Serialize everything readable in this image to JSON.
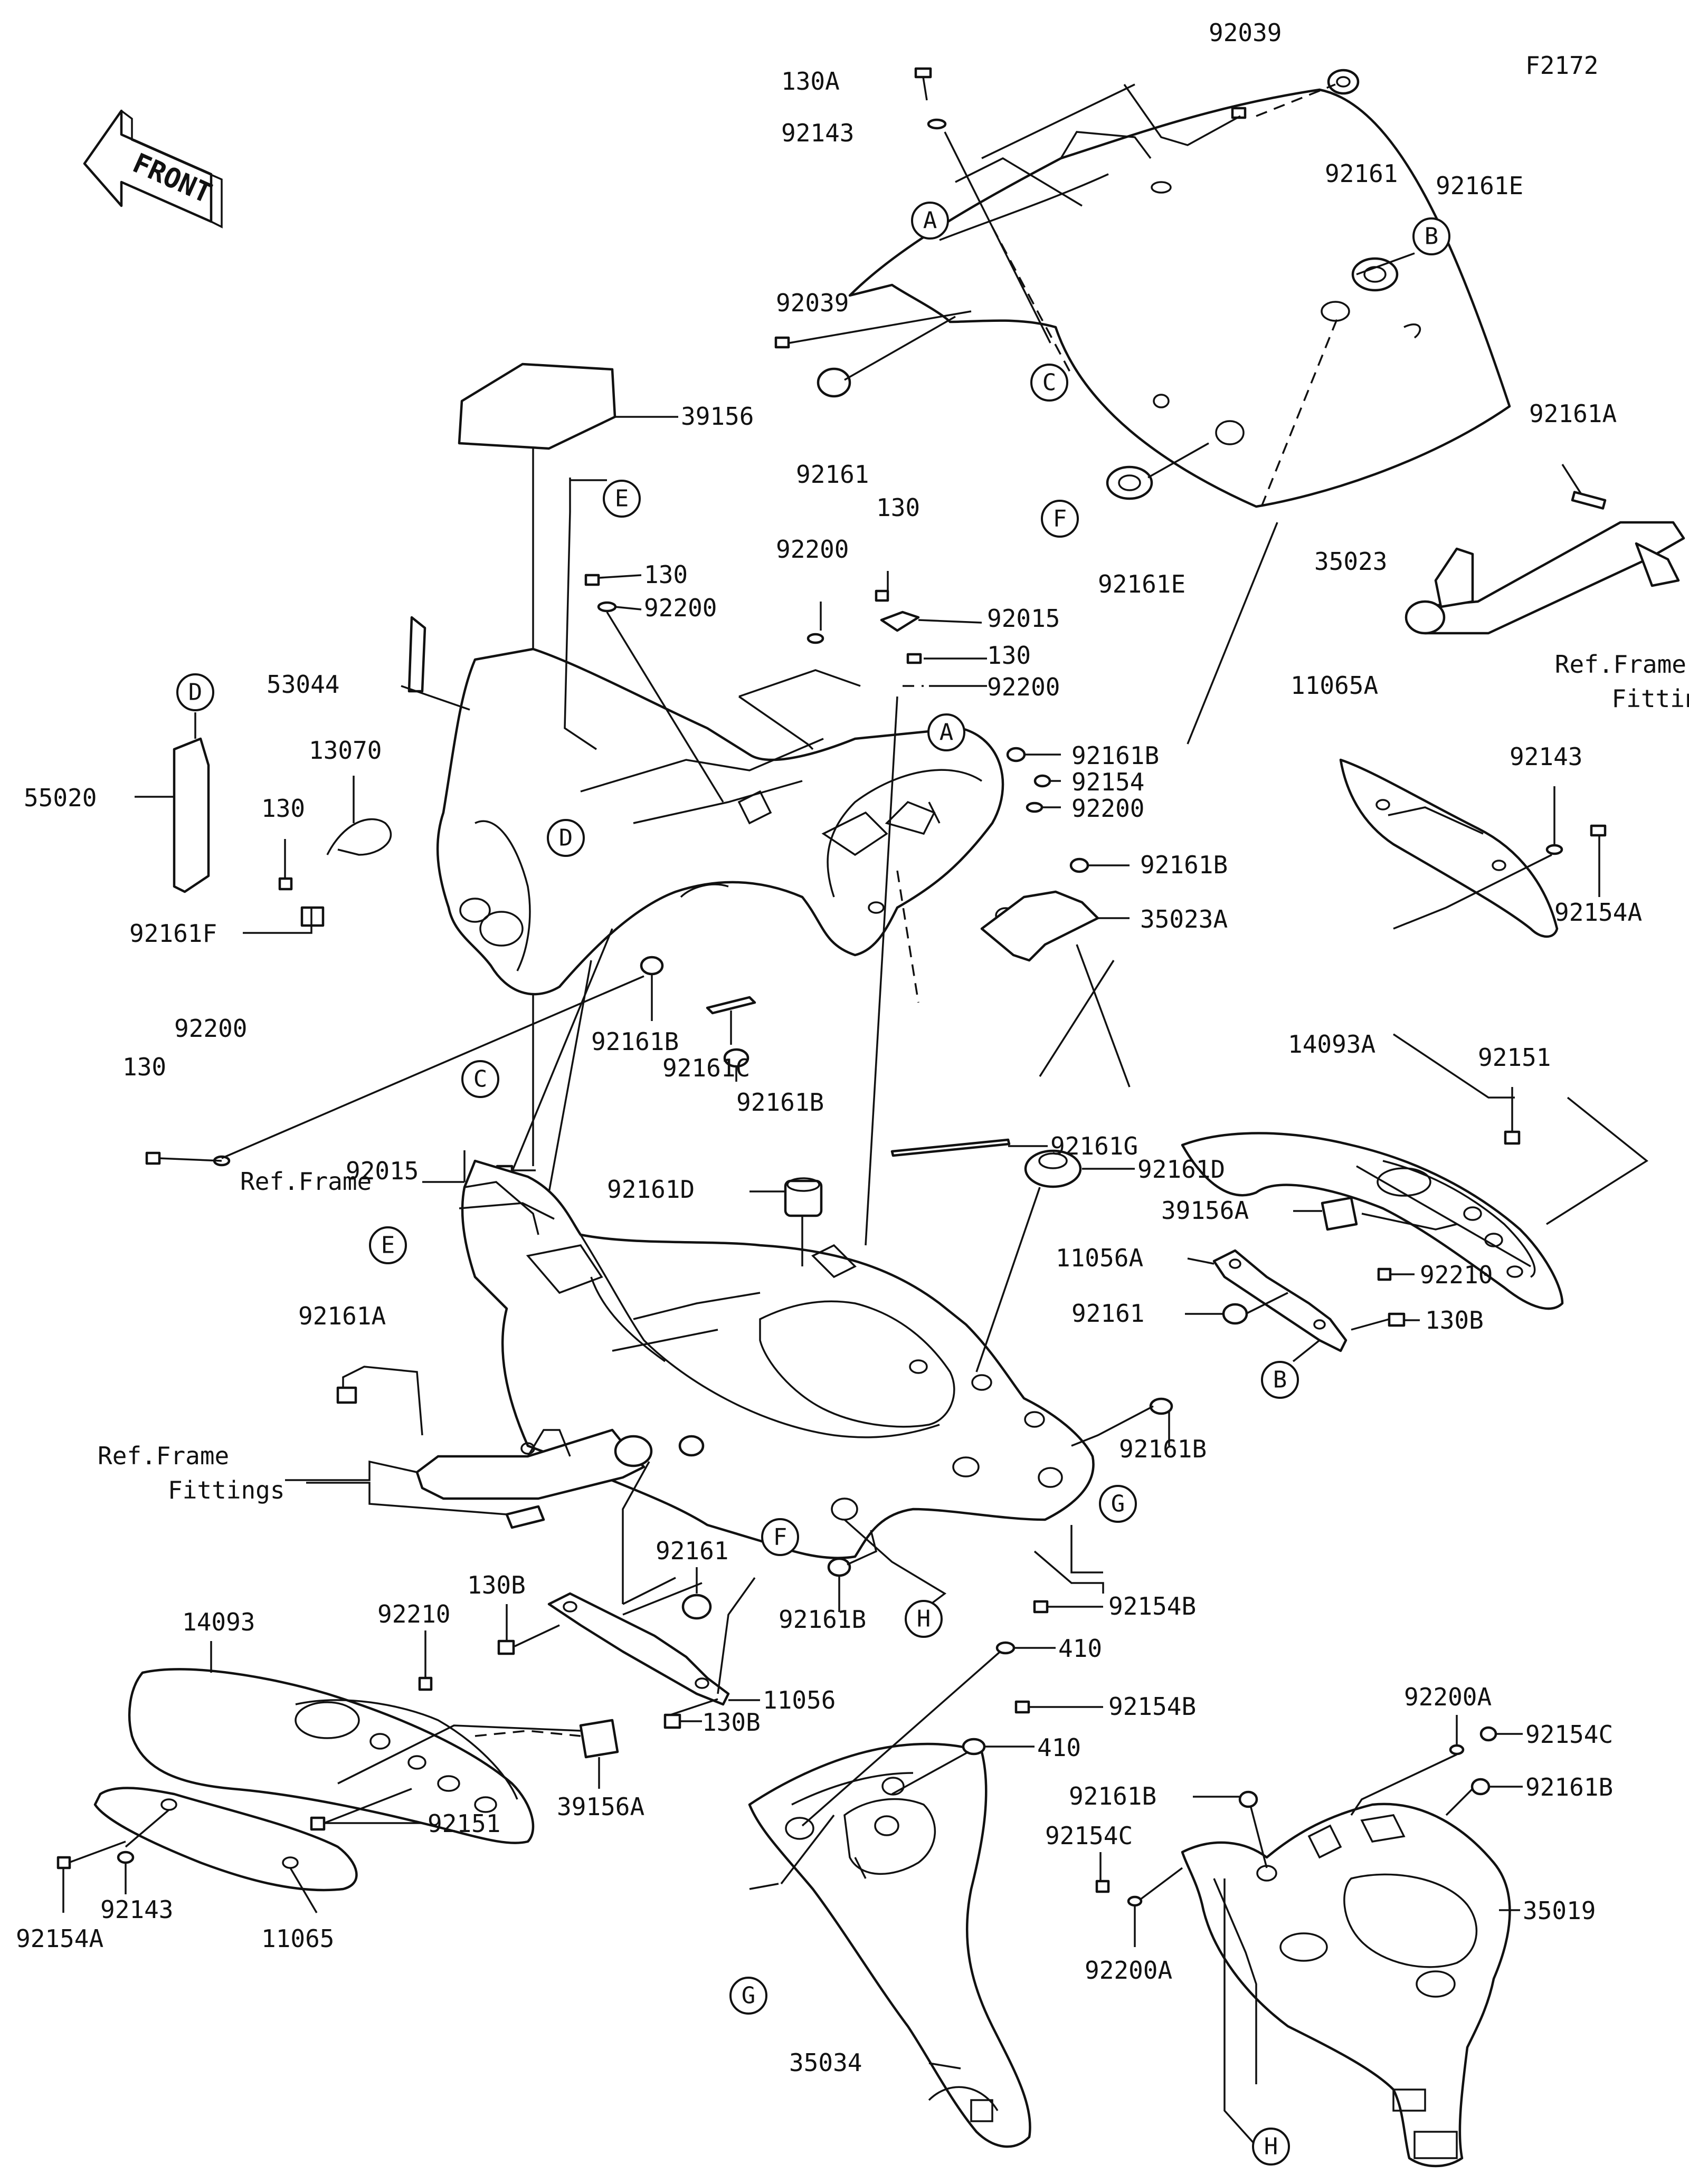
{
  "figure_code": "F2172",
  "front_label": "FRONT",
  "ref_labels": {
    "ref_frame": "Ref.Frame",
    "fittings_line1": "Ref.Frame",
    "fittings_line2": "Fittings"
  },
  "callouts": [
    "A",
    "B",
    "C",
    "D",
    "E",
    "F",
    "G",
    "H"
  ],
  "part_numbers": {
    "p130A": "130A",
    "p92143_top": "92143",
    "p92039_top": "92039",
    "p92161_topright": "92161",
    "p92161E_top": "92161E",
    "p92039_left": "92039",
    "p92161_mid": "92161",
    "p92161E_bot": "92161E",
    "p35023": "35023",
    "p92161A_top": "92161A",
    "p39156_top": "39156",
    "p130_a": "130",
    "p92200_a": "92200",
    "p92200_b": "92200",
    "p130_b": "130",
    "p92015_top": "92015",
    "p130_c": "130",
    "p92200_c": "92200",
    "p53044": "53044",
    "p13070": "13070",
    "p55020": "55020",
    "p130_left": "130",
    "p92161F": "92161F",
    "p92161B_a": "92161B",
    "p92154": "92154",
    "p92200_d": "92200",
    "p92161B_b": "92161B",
    "p35023A": "35023A",
    "p11065A": "11065A",
    "p92143_right": "92143",
    "p92154A_right": "92154A",
    "p92200_left": "92200",
    "p130_bottomleft": "130",
    "p92015_left": "92015",
    "p92161B_c": "92161B",
    "p92161C": "92161C",
    "p92161B_d": "92161B",
    "p92161G": "92161G",
    "p14093A": "14093A",
    "p92151_right": "92151",
    "p92161D_left": "92161D",
    "p92161D_right": "92161D",
    "p39156A_right": "39156A",
    "p11056A": "11056A",
    "p92210_right": "92210",
    "p92161_right": "92161",
    "p130B_right": "130B",
    "p92161A_left": "92161A",
    "p92161B_e": "92161B",
    "p92161_low": "92161",
    "p130B_a": "130B",
    "p92210_left": "92210",
    "p14093": "14093",
    "p11056": "11056",
    "p130B_b": "130B",
    "p92161B_f": "92161B",
    "p92154B_a": "92154B",
    "p410_a": "410",
    "p92154B_b": "92154B",
    "p410_b": "410",
    "p92200A_top": "92200A",
    "p92154C_right": "92154C",
    "p92161B_g": "92161B",
    "p92161B_h": "92161B",
    "p35019": "35019",
    "p92154C_left": "92154C",
    "p92200A_bot": "92200A",
    "p92151_left": "92151",
    "p39156A_left": "39156A",
    "p92143_left": "92143",
    "p92154A_left": "92154A",
    "p11065": "11065",
    "p35034": "35034"
  }
}
